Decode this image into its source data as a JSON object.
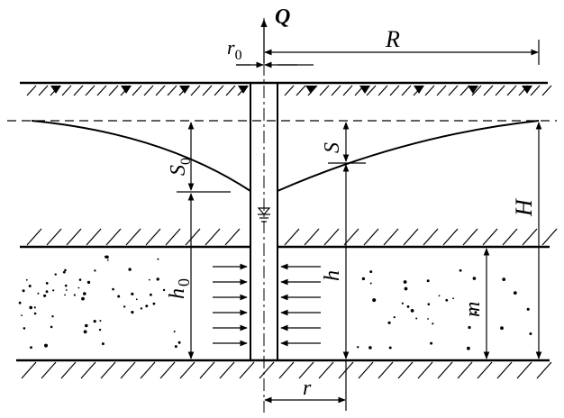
{
  "labels": {
    "Q": "Q",
    "R": "R",
    "r0_main": "r",
    "r0_sub": "0",
    "S0_main": "S",
    "S0_sub": "0",
    "S": "S",
    "H": "H",
    "h0_main": "h",
    "h0_sub": "0",
    "h": "h",
    "m": "m",
    "r": "r"
  },
  "colors": {
    "line": "#000000",
    "background": "#ffffff"
  }
}
